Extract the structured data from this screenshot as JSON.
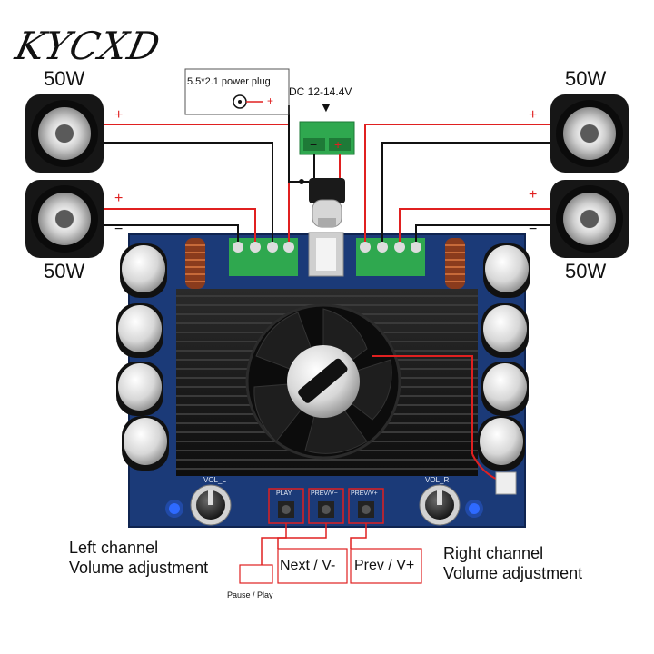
{
  "brand": "KYCXD",
  "speakers": {
    "top_left_watt": "50W",
    "bottom_left_watt": "50W",
    "top_right_watt": "50W",
    "bottom_right_watt": "50W",
    "plus": "+",
    "minus": "−"
  },
  "power": {
    "plug_label": "5.5*2.1 power plug",
    "plug_plus": "+",
    "dc_label": "DC 12-14.4V",
    "arrow": "▼"
  },
  "board": {
    "vol_l": "VOL_L",
    "vol_r": "VOL_R",
    "play": "PLAY",
    "prev_vminus": "PREV/V−",
    "prev_vplus": "PREV/V+"
  },
  "labels": {
    "left_line1": "Left channel",
    "left_line2": "Volume adjustment",
    "right_line1": "Right channel",
    "right_line2": "Volume adjustment",
    "next": "Next / V-",
    "prev": "Prev / V+",
    "pause": "Pause / Play"
  },
  "colors": {
    "board": "#1b3a78",
    "heatsink": "#1a1a1a",
    "terminal": "#2fa84f",
    "wire_red": "#e02020",
    "wire_black": "#111111",
    "led_blue": "#2e6bff"
  }
}
